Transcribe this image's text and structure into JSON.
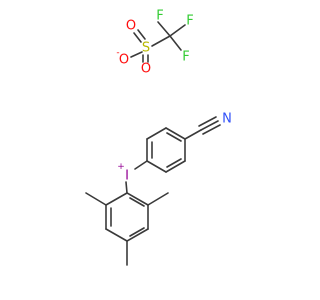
{
  "molecule": {
    "triflate": {
      "F1": "F",
      "F2": "F",
      "F3": "F",
      "S": "S",
      "O_neg": "O",
      "O_neg_charge": "-",
      "O2": "O",
      "O3": "O"
    },
    "cation": {
      "I": "I",
      "I_charge": "+",
      "N": "N"
    }
  },
  "colors": {
    "bond": "#3a3a3a",
    "fluorine": "#33cc33",
    "sulfur": "#cccc00",
    "oxygen": "#ff0d0d",
    "iodine": "#940094",
    "nitrogen": "#3050f8"
  }
}
